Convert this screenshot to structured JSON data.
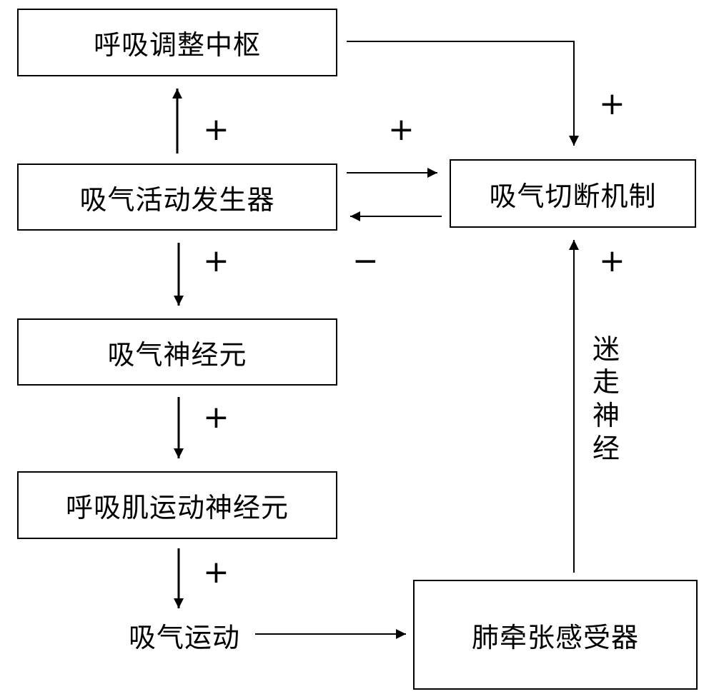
{
  "nodes": {
    "pneumotaxic_center": "呼吸调整中枢",
    "inspiratory_generator": "吸气活动发生器",
    "inspiratory_off_switch": "吸气切断机制",
    "inspiratory_neurons": "吸气神经元",
    "respiratory_motor_neurons": "呼吸肌运动神经元",
    "inspiration": "吸气运动",
    "stretch_receptor": "肺牵张感受器"
  },
  "edge_labels": {
    "vagus_nerve": "迷走神经"
  },
  "signs": {
    "generator_to_center": "+",
    "center_to_switch": "+",
    "generator_to_switch": "+",
    "switch_to_generator": "−",
    "generator_to_neurons": "+",
    "neurons_to_motor": "+",
    "motor_to_inspiration": "+",
    "receptor_to_switch": "+"
  }
}
